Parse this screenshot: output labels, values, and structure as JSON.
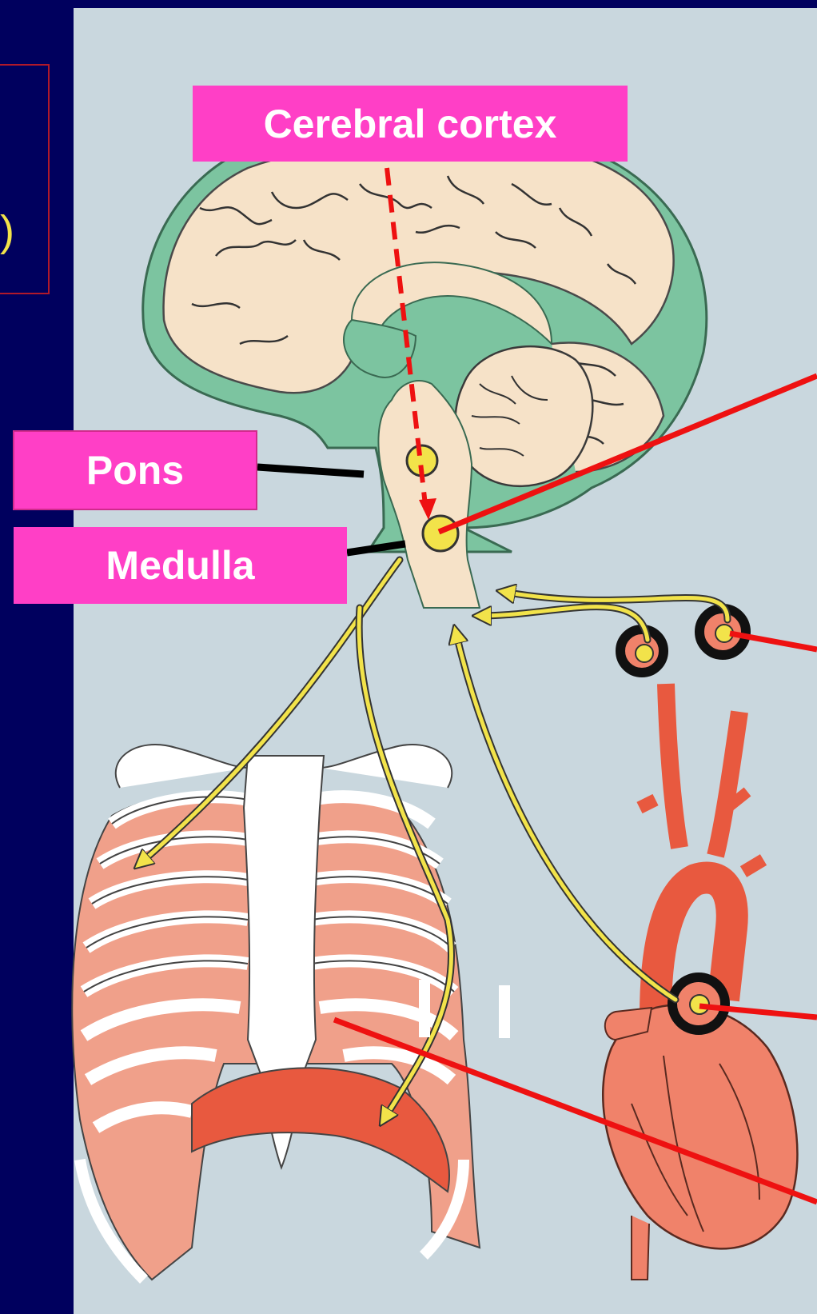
{
  "labels": {
    "cortex": "Cerebral cortex",
    "pons": "Pons",
    "medulla": "Medulla"
  },
  "fragments": {
    "paren": ")"
  },
  "colors": {
    "background": "#00005e",
    "panel": "#c9d7de",
    "label_fill": "#ff3fc6",
    "pointer": "#ee1111",
    "nerve": "#f2e34a",
    "tissue": "#f0826a",
    "brain": "#f6e2c8",
    "brain_outline": "#7cc4a0"
  },
  "icons": {
    "brain": "brain-illustration",
    "ribcage": "ribcage-illustration",
    "heart": "heart-illustration",
    "carotid_receptor": "ring-icon",
    "aortic_receptor": "ring-icon"
  }
}
